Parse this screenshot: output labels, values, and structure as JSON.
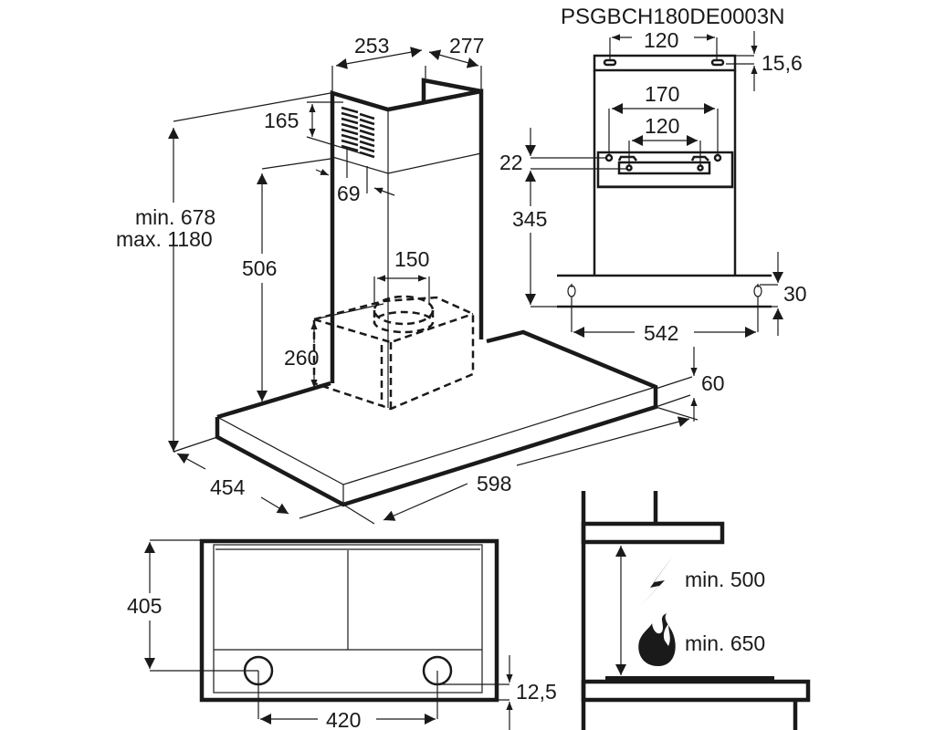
{
  "title": "PSGBCH180DE0003N",
  "perspective_view": {
    "chimney_width": "253",
    "chimney_depth": "277",
    "vent_height": "165",
    "vent_inset": "69",
    "total_height_min": "min. 678",
    "total_height_max": "max. 1180",
    "chimney_to_canopy_height": "506",
    "outlet_diameter": "150",
    "motor_box_height": "260",
    "canopy_thickness": "60",
    "canopy_depth": "454",
    "canopy_width": "598"
  },
  "front_view": {
    "top_bracket_spacing": "120",
    "top_bracket_offset": "15,6",
    "outer_hole_spacing": "170",
    "inner_hole_spacing": "120",
    "hole_vertical_offset": "22",
    "bracket_height": "345",
    "canopy_screw_height": "30",
    "canopy_screw_spacing": "542"
  },
  "bottom_view": {
    "depth": "405",
    "light_spacing": "420",
    "edge_offset": "12,5"
  },
  "clearance_view": {
    "electric_min": "min. 500",
    "gas_min": "min. 650",
    "icons": [
      "lightning-icon",
      "flame-icon"
    ]
  }
}
